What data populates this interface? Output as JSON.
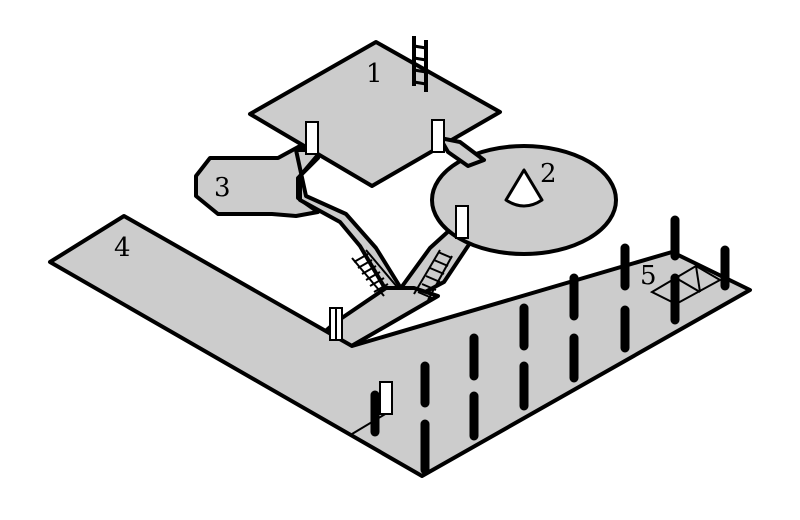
{
  "map": {
    "title": "",
    "colors": {
      "floor": "#cccccc",
      "outline": "#000000",
      "door": "#ffffff"
    },
    "rooms": [
      {
        "id": "room-1",
        "label": "1"
      },
      {
        "id": "room-2",
        "label": "2"
      },
      {
        "id": "room-3",
        "label": "3"
      },
      {
        "id": "room-4",
        "label": "4"
      },
      {
        "id": "room-5",
        "label": "5"
      }
    ],
    "features": [
      "ladder-icon",
      "cone-icon",
      "staircase",
      "doorway",
      "pillar",
      "trapdoor"
    ]
  }
}
